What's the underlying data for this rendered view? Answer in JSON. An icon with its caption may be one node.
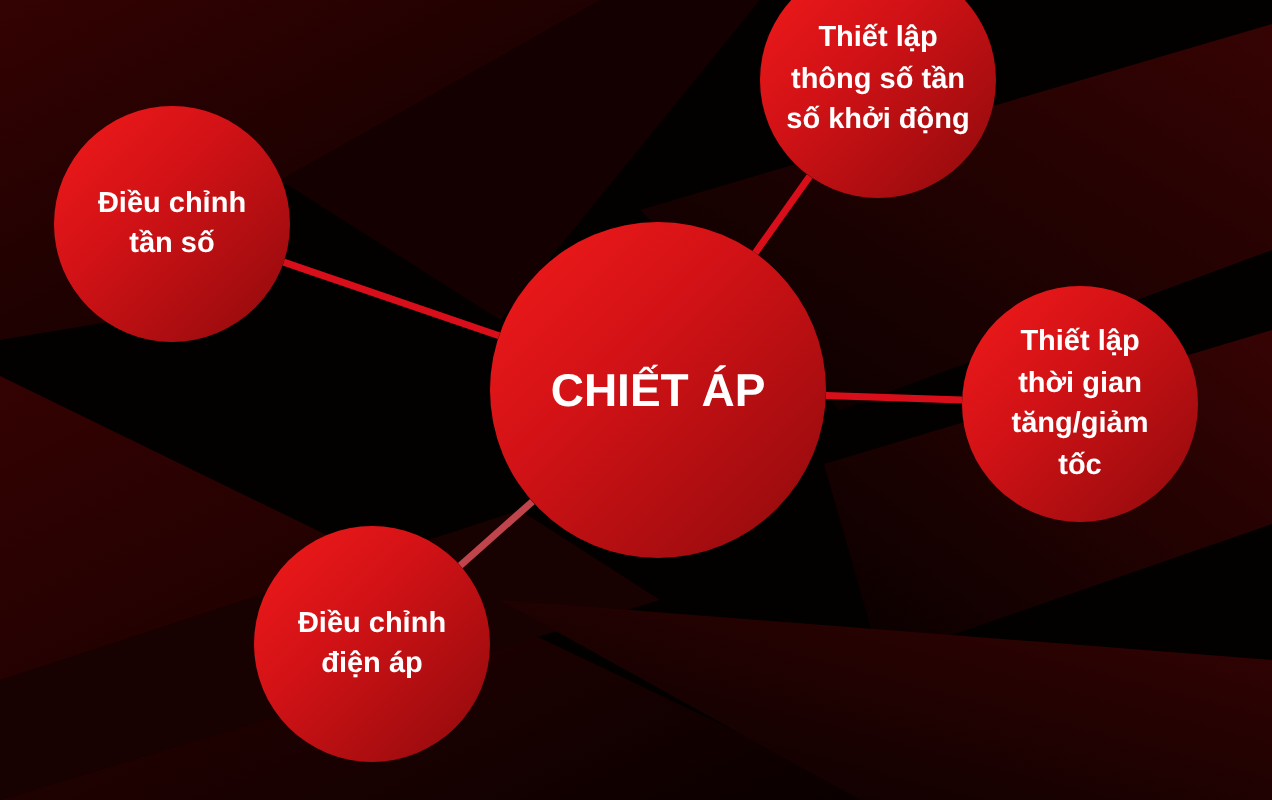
{
  "diagram": {
    "nodes": [
      {
        "text": [
          "CHIẾT ÁP"
        ]
      },
      {
        "text": [
          "Điều chỉnh tần số"
        ]
      },
      {
        "text": [
          "Thiết lập thông số tần số khởi động"
        ]
      },
      {
        "text": [
          "Thiết lập thời gian tăng/giảm tốc"
        ]
      },
      {
        "text": [
          "Điều chỉnh điện áp"
        ]
      }
    ],
    "edges": [
      {
        "from": 0,
        "to": 1,
        "arrow": "none"
      },
      {
        "from": 0,
        "to": 2,
        "arrow": "none"
      },
      {
        "from": 0,
        "to": 3,
        "arrow": "none"
      },
      {
        "from": 0,
        "to": 4,
        "arrow": "none",
        "color": "#c0444c"
      }
    ]
  }
}
